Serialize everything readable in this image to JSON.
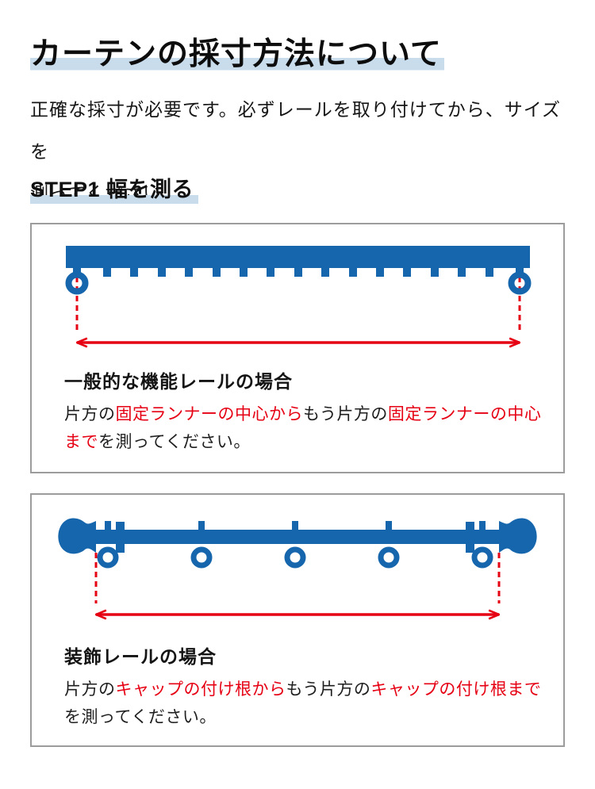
{
  "title": "カーテンの採寸方法について",
  "intro": {
    "line1": "正確な採寸が必要です。必ずレールを取り付けてから、サイズを",
    "line2": "測ってください。"
  },
  "step_heading": "STEP1 幅を測る",
  "sections": [
    {
      "heading": "一般的な機能レールの場合",
      "body_lines": [
        [
          {
            "t": "片方の",
            "c": "k"
          },
          {
            "t": "固定ランナーの中心から",
            "c": "r"
          },
          {
            "t": "もう片方の",
            "c": "k"
          },
          {
            "t": "固定ランナーの中心",
            "c": "r"
          }
        ],
        [
          {
            "t": "まで",
            "c": "r"
          },
          {
            "t": "を測ってください。",
            "c": "k"
          }
        ]
      ]
    },
    {
      "heading": "装飾レールの場合",
      "body_lines": [
        [
          {
            "t": "片方の",
            "c": "k"
          },
          {
            "t": "キャップの付け根から",
            "c": "r"
          },
          {
            "t": "もう片方の",
            "c": "k"
          },
          {
            "t": "キャップの付け根まで",
            "c": "r"
          }
        ],
        [
          {
            "t": "を測ってください。",
            "c": "k"
          }
        ]
      ]
    }
  ],
  "colors": {
    "rail_blue": "#1566ac",
    "measure_red": "#e60013",
    "highlight_blue": "#c8dcec",
    "box_border": "#9c9c9c",
    "text_black": "#1e1e1e"
  }
}
